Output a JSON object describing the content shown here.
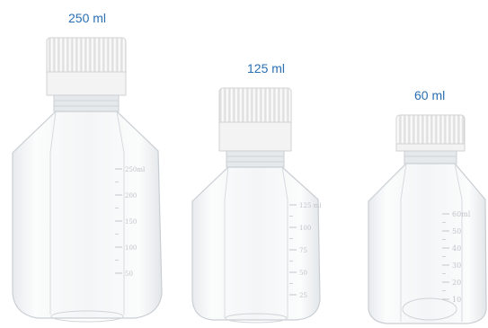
{
  "bottles": [
    {
      "id": "250",
      "label": "250 ml",
      "graduations": [
        "250ml",
        "200",
        "150",
        "100",
        "50"
      ]
    },
    {
      "id": "125",
      "label": "125 ml",
      "graduations": [
        "125 ml",
        "100",
        "75",
        "50",
        "25"
      ]
    },
    {
      "id": "60",
      "label": "60 ml",
      "graduations": [
        "60ml",
        "50",
        "40",
        "30",
        "20",
        "10"
      ]
    }
  ],
  "colors": {
    "label_text": "#2a6fb2",
    "cap": "#f5f5f5",
    "glass_edge": "#c9ced3",
    "background": "#ffffff"
  }
}
